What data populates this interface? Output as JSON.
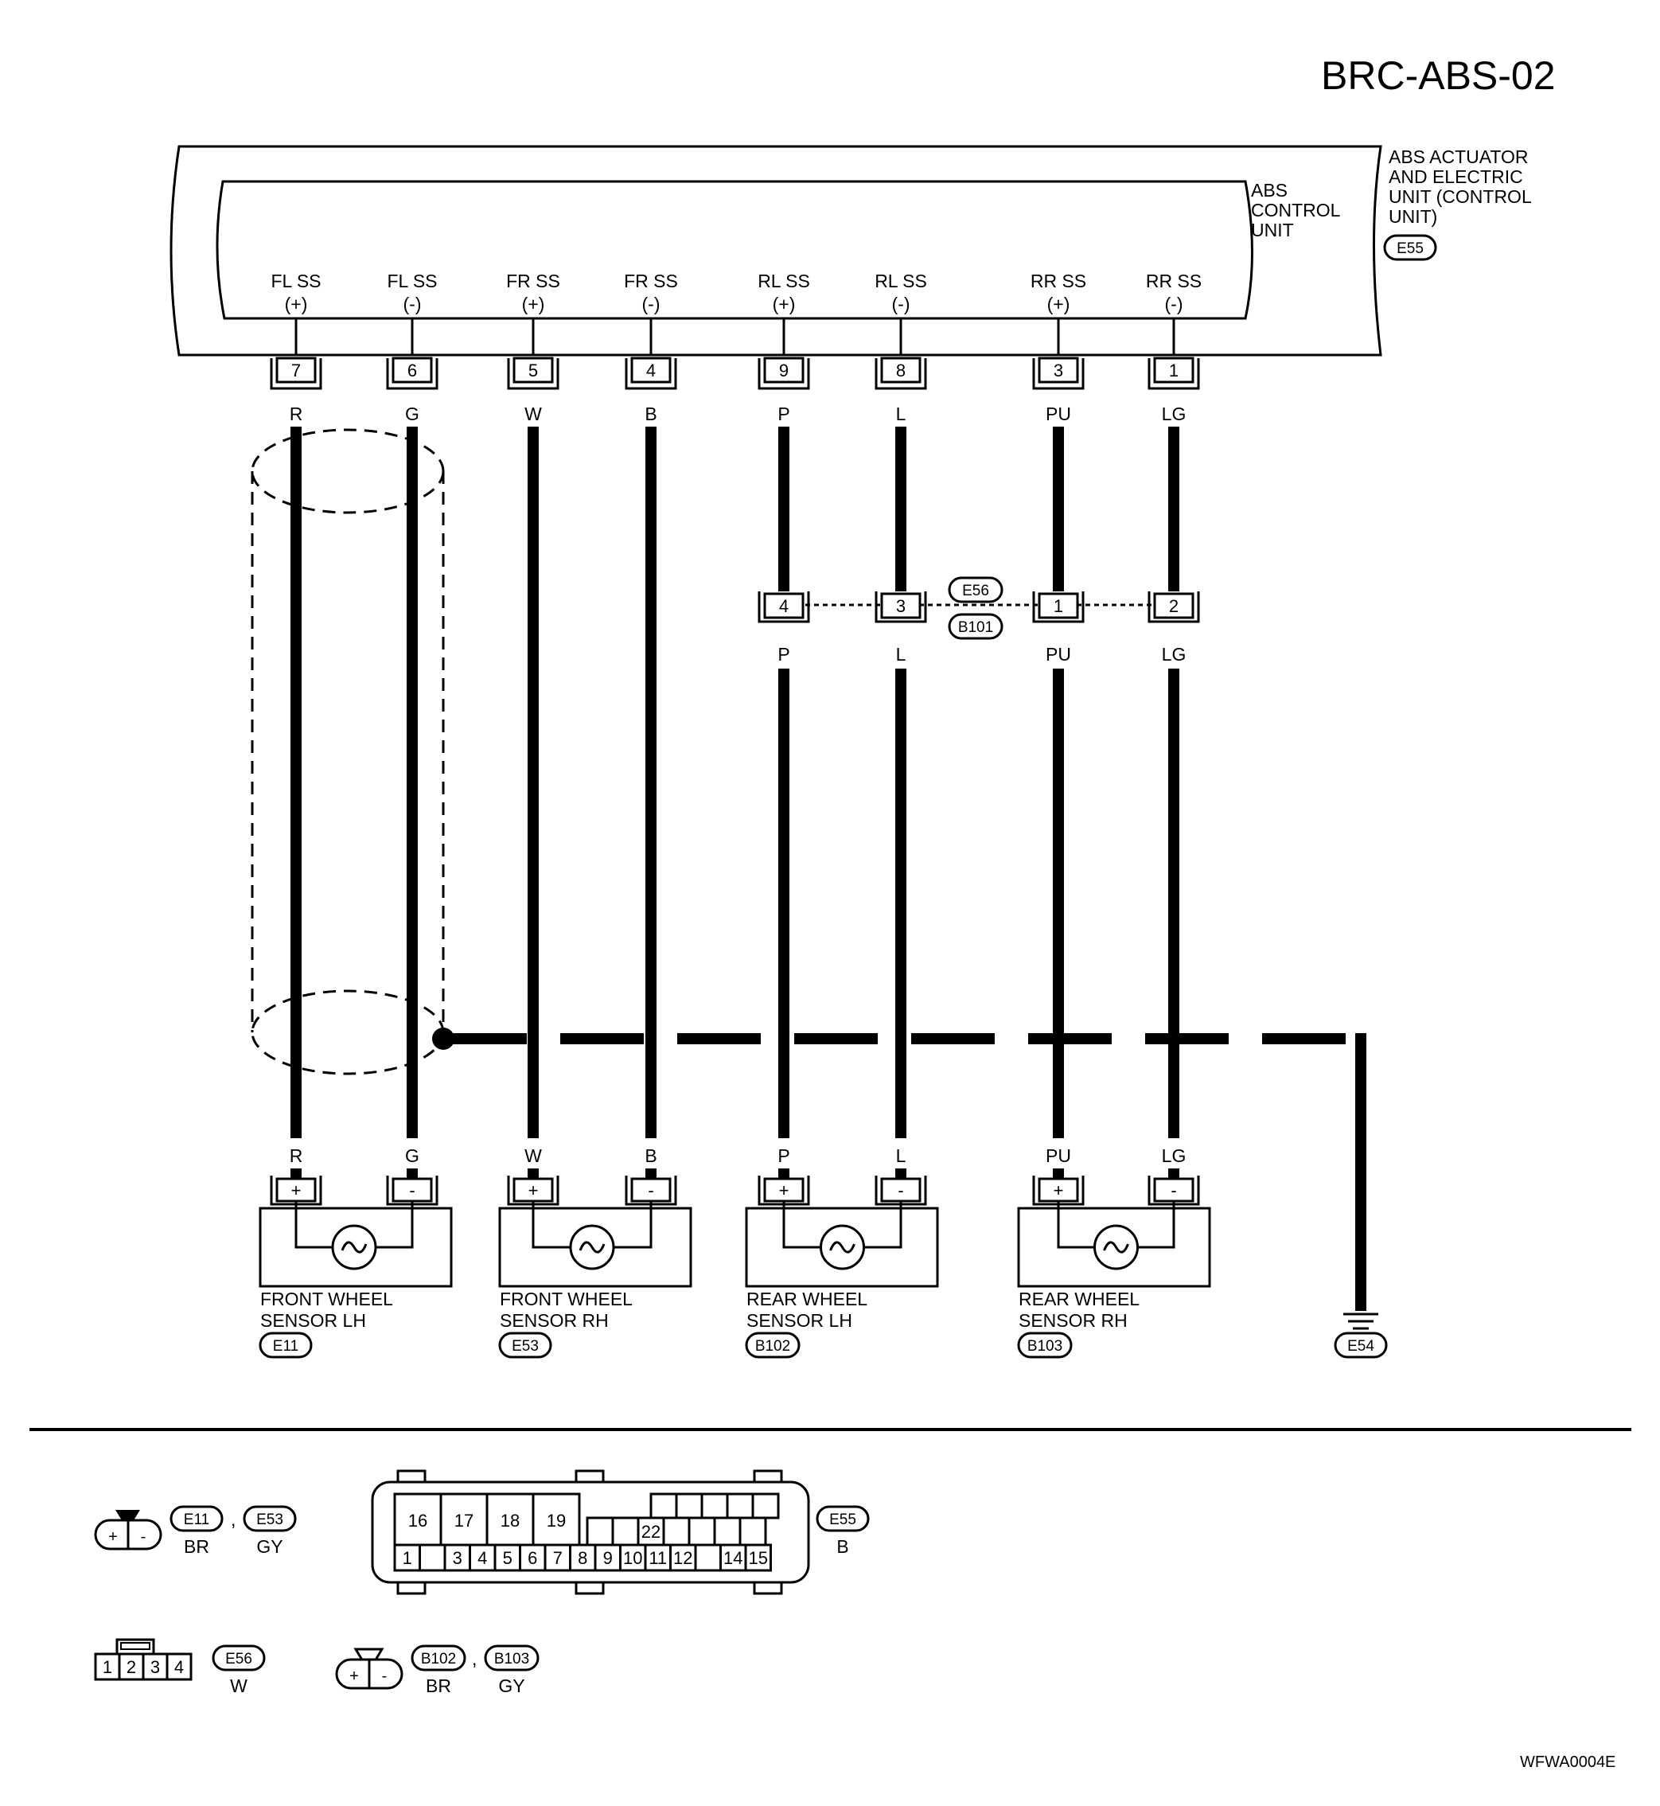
{
  "page": {
    "title": "BRC-ABS-02",
    "code": "WFWA0004E"
  },
  "control_unit": {
    "outer_label": [
      "ABS ACTUATOR",
      "AND ELECTRIC",
      "UNIT (CONTROL",
      "UNIT)"
    ],
    "outer_connector": "E55",
    "inner_label": [
      "ABS",
      "CONTROL",
      "UNIT"
    ]
  },
  "wires": [
    {
      "func": "FL SS",
      "pol": "(+)",
      "pin": "7",
      "color_top": "R",
      "color_bottom": "R"
    },
    {
      "func": "FL SS",
      "pol": "(-)",
      "pin": "6",
      "color_top": "G",
      "color_bottom": "G"
    },
    {
      "func": "FR SS",
      "pol": "(+)",
      "pin": "5",
      "color_top": "W",
      "color_bottom": "W"
    },
    {
      "func": "FR SS",
      "pol": "(-)",
      "pin": "4",
      "color_top": "B",
      "color_bottom": "B"
    },
    {
      "func": "RL SS",
      "pol": "(+)",
      "pin": "9",
      "color_top": "P",
      "color_mid": "P",
      "color_bottom": "P",
      "mid_pin": "4"
    },
    {
      "func": "RL SS",
      "pol": "(-)",
      "pin": "8",
      "color_top": "L",
      "color_mid": "L",
      "color_bottom": "L",
      "mid_pin": "3"
    },
    {
      "func": "RR SS",
      "pol": "(+)",
      "pin": "3",
      "color_top": "PU",
      "color_mid": "PU",
      "color_bottom": "PU",
      "mid_pin": "1"
    },
    {
      "func": "RR SS",
      "pol": "(-)",
      "pin": "1",
      "color_top": "LG",
      "color_mid": "LG",
      "color_bottom": "LG",
      "mid_pin": "2"
    }
  ],
  "inline_connector": {
    "top": "E56",
    "bottom": "B101"
  },
  "sensors": [
    {
      "name": [
        "FRONT WHEEL",
        "SENSOR LH"
      ],
      "connector": "E11",
      "plus": "+",
      "minus": "-"
    },
    {
      "name": [
        "FRONT WHEEL",
        "SENSOR RH"
      ],
      "connector": "E53",
      "plus": "+",
      "minus": "-"
    },
    {
      "name": [
        "REAR WHEEL",
        "SENSOR LH"
      ],
      "connector": "B102",
      "plus": "+",
      "minus": "-"
    },
    {
      "name": [
        "REAR WHEEL",
        "SENSOR RH"
      ],
      "connector": "B103",
      "plus": "+",
      "minus": "-"
    }
  ],
  "ground": {
    "connector": "E54"
  },
  "connector_views": {
    "e11_e53": {
      "plus": "+",
      "minus": "-",
      "badges": [
        "E11",
        "E53"
      ],
      "sep": ",",
      "colors": [
        "BR",
        "GY"
      ]
    },
    "e55": {
      "badge": "E55",
      "color": "B",
      "top_row": [
        "16",
        "17",
        "18",
        "19"
      ],
      "mid_label": "22",
      "bottom_row": [
        "1",
        "",
        "3",
        "4",
        "5",
        "6",
        "7",
        "8",
        "9",
        "10",
        "11",
        "12",
        "",
        "14",
        "15"
      ]
    },
    "e56": {
      "pins": [
        "1",
        "2",
        "3",
        "4"
      ],
      "badge": "E56",
      "color": "W"
    },
    "b102_b103": {
      "plus": "+",
      "minus": "-",
      "badges": [
        "B102",
        "B103"
      ],
      "sep": ",",
      "colors": [
        "BR",
        "GY"
      ]
    }
  }
}
